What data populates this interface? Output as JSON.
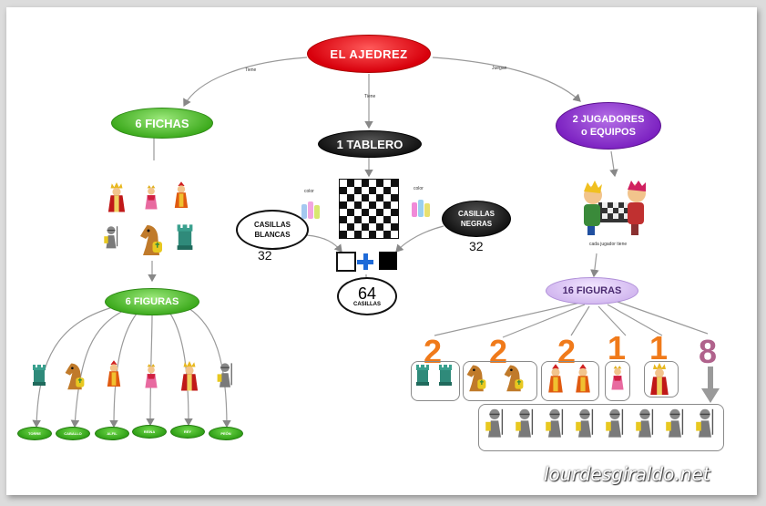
{
  "title": "EL AJEDREZ",
  "edge_labels": {
    "left": "Tiene",
    "center": "Tiene",
    "right": "Juegan"
  },
  "fichas": "6 FICHAS",
  "tablero": "1 TABLERO",
  "jugadores": "2 JUGADORES o EQUIPOS",
  "figuras_left": "6 FIGURAS",
  "figuras_right": "16 FIGURAS",
  "casillas_blancas": "CASILLAS BLANCAS",
  "casillas_negras": "CASILLAS NEGRAS",
  "color_label_left": "color",
  "color_label_right": "color",
  "blancas_count": "32",
  "negras_count": "32",
  "total_num": "64",
  "total_label": "CASILLAS",
  "cada_jugador": "cada jugador tiene",
  "piece_names": [
    "TORRE",
    "CABALLO",
    "ALFIL",
    "REINA",
    "REY",
    "PEÓN"
  ],
  "counts": [
    "2",
    "2",
    "2",
    "1",
    "1",
    "8"
  ],
  "watermark": "lourdesgiraldo.net",
  "colors": {
    "red": "#d8000c",
    "green": "#3aa81a",
    "black": "#111111",
    "purple": "#7a1fc0",
    "orange": "#f07a1a",
    "mauve": "#b0628c"
  }
}
